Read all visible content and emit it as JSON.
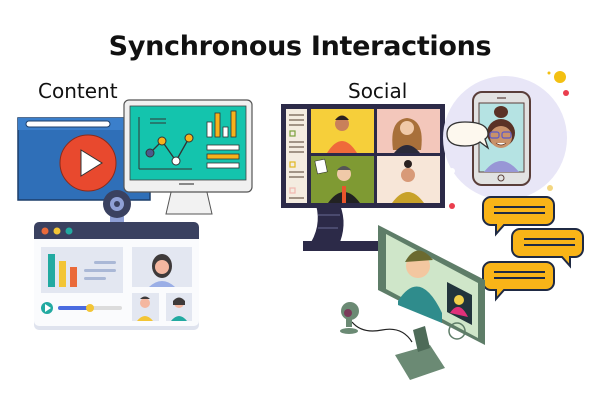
{
  "title": "Synchronous Interactions",
  "sections": {
    "content": {
      "label": "Content",
      "illustrations": [
        "video-player-window",
        "analytics-monitor",
        "webcam",
        "elearning-dashboard"
      ]
    },
    "social": {
      "label": "Social",
      "illustrations": [
        "video-conference-monitor",
        "smartphone-video-call",
        "chat-bubbles",
        "isometric-video-call-monitor",
        "desktop-webcam"
      ]
    }
  },
  "colors": {
    "video_window_blue": "#2f6fb8",
    "play_button_red": "#e8492e",
    "monitor_teal": "#14c4ad",
    "chart_yellow": "#f6b21b",
    "dashboard_dark": "#3a4160",
    "conference_frame": "#2c2a48",
    "chat_yellow": "#f9b418",
    "iso_monitor_green": "#5e7d68",
    "phone_bg_lavender": "#e8e6f7"
  }
}
